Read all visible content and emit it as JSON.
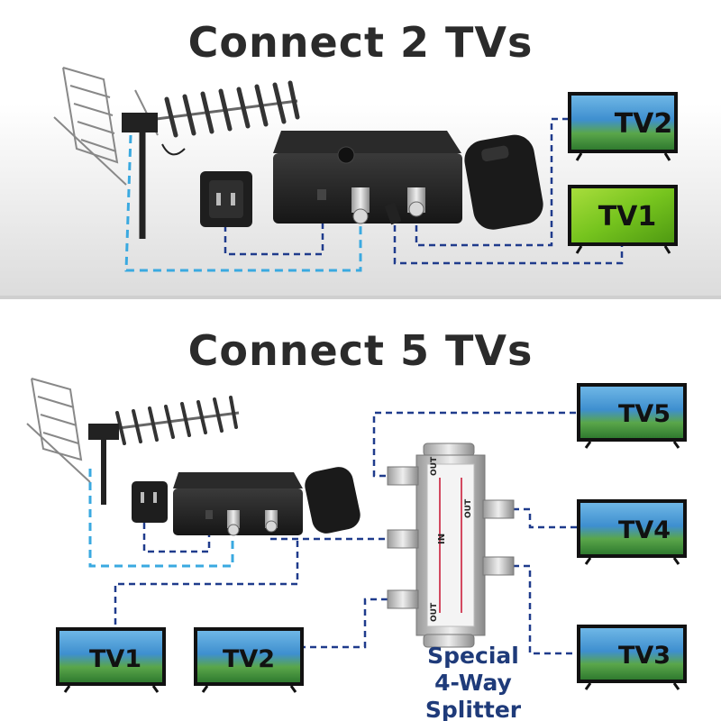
{
  "sections": [
    {
      "title": "Connect 2 TVs",
      "tvs": [
        "TV2",
        "TV1"
      ]
    },
    {
      "title": "Connect 5 TVs",
      "tvs": [
        "TV5",
        "TV4",
        "TV3",
        "TV1",
        "TV2"
      ]
    }
  ],
  "splitter": {
    "caption_line1": "Special",
    "caption_line2": "4-Way Splitter",
    "label_in": "IN",
    "label_out": "OUT"
  },
  "colors": {
    "antenna_cable": "#3aa9e0",
    "tv_cable": "#1f3b8c",
    "caption": "#1f3b7a"
  }
}
